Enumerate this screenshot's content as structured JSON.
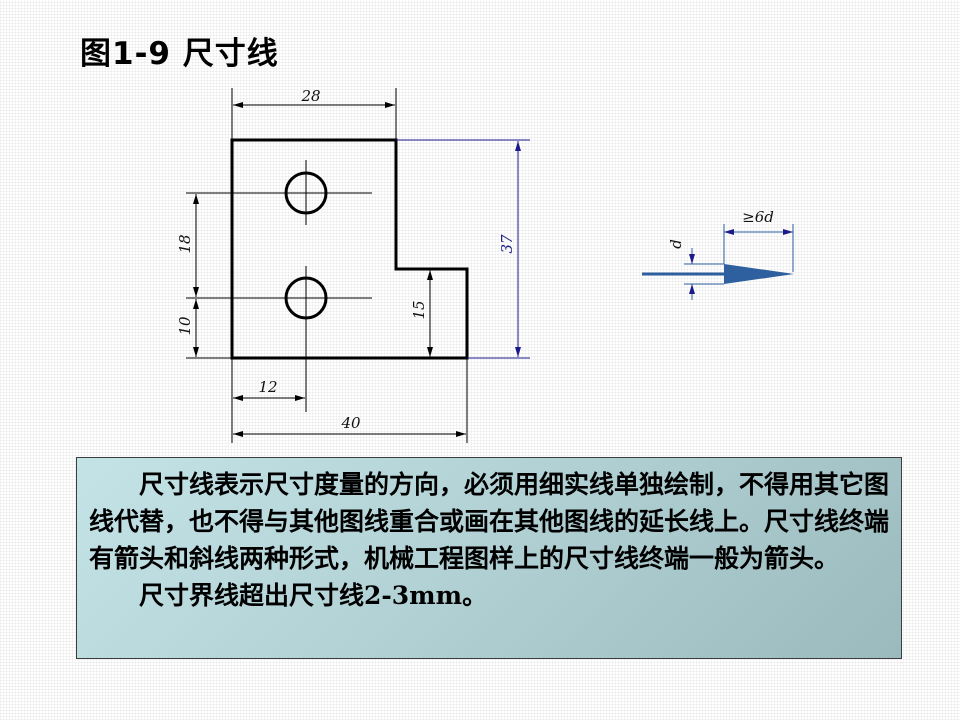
{
  "title": "图1-9 尺寸线",
  "drawing": {
    "dim_28": "28",
    "dim_37": "37",
    "dim_18": "18",
    "dim_10": "10",
    "dim_15": "15",
    "dim_12": "12",
    "dim_40": "40"
  },
  "arrow_detail": {
    "length_label": "≥6d",
    "width_label": "d",
    "color": "#2e5f9e"
  },
  "note": {
    "paragraph1": "尺寸线表示尺寸度量的方向，必须用细实线单独绘制，不得用其它图线代替，也不得与其他图线重合或画在其他图线的延长线上。尺寸线终端有箭头和斜线两种形式，机械工程图样上的尺寸线终端一般为箭头。",
    "paragraph2": "尺寸界线超出尺寸线2-3mm。"
  }
}
